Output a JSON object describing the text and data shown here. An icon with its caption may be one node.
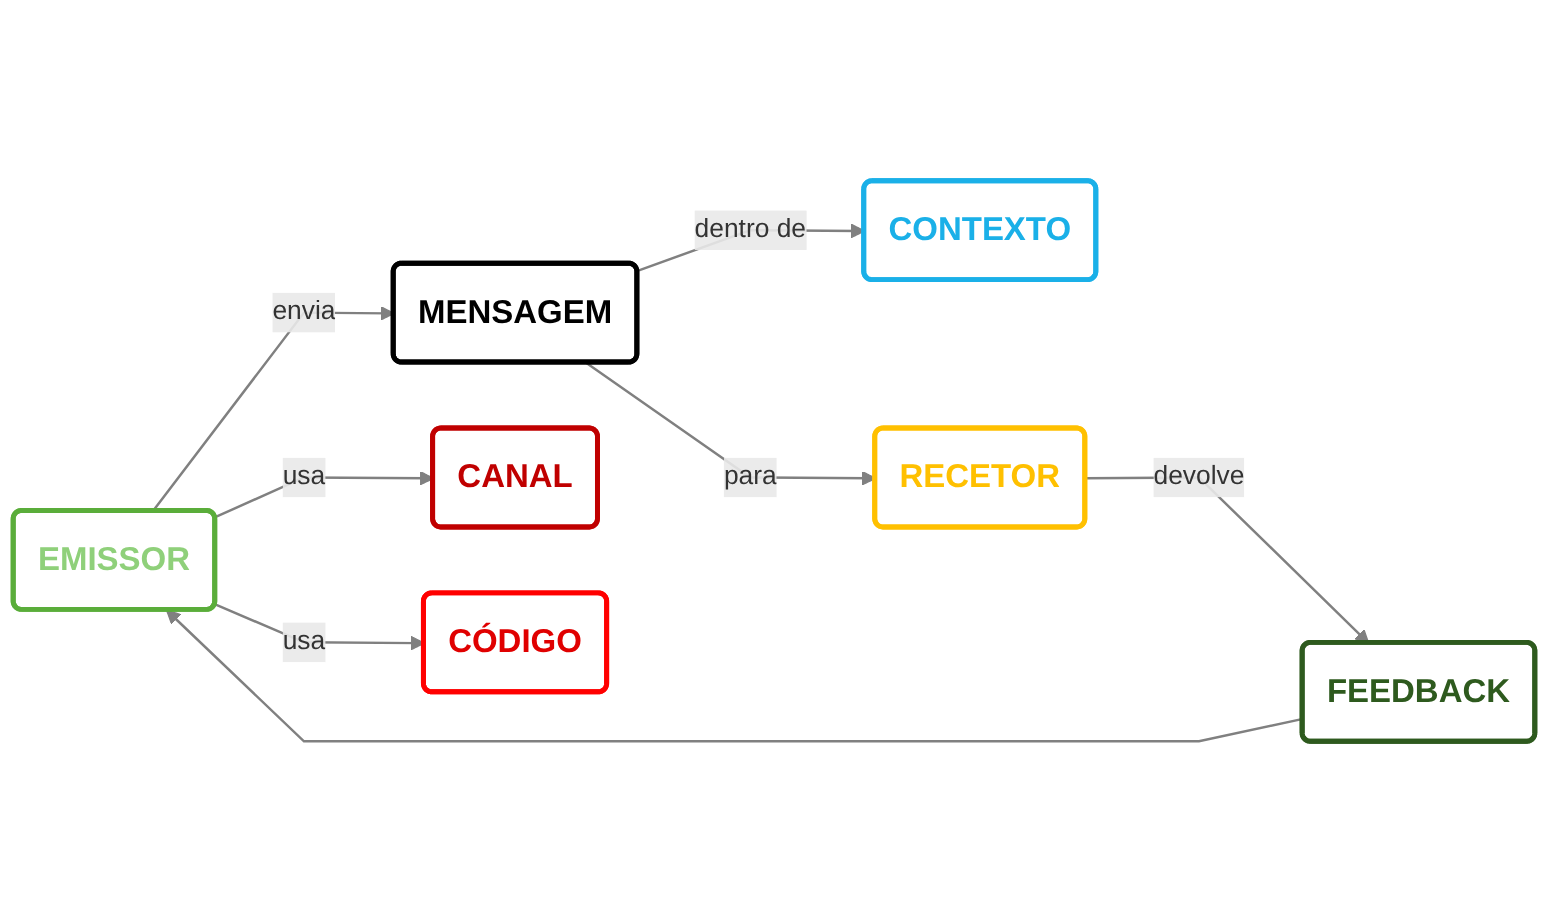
{
  "diagram": {
    "nodes": [
      {
        "text": [
          "CONTEXTO"
        ]
      },
      {
        "text": [
          "EMISSOR"
        ]
      },
      {
        "text": [
          "MENSAGEM"
        ]
      },
      {
        "text": [
          "RECETOR"
        ]
      },
      {
        "text": [
          "CANAL"
        ]
      },
      {
        "text": [
          "CÓDIGO"
        ]
      },
      {
        "text": [
          "FEEDBACK"
        ]
      }
    ],
    "edges": [
      {
        "from": 2,
        "to": 0,
        "arrow": "to",
        "label": "dentro de"
      },
      {
        "from": 1,
        "to": 2,
        "arrow": "to",
        "label": "envia"
      },
      {
        "from": 2,
        "to": 3,
        "arrow": "to",
        "label": "para"
      },
      {
        "from": 1,
        "to": 4,
        "arrow": "to",
        "label": "usa"
      },
      {
        "from": 1,
        "to": 5,
        "arrow": "to",
        "label": "usa"
      },
      {
        "from": 3,
        "to": 6,
        "arrow": "to",
        "label": "devolve"
      },
      {
        "from": 6,
        "to": 1,
        "arrow": "to"
      }
    ]
  }
}
